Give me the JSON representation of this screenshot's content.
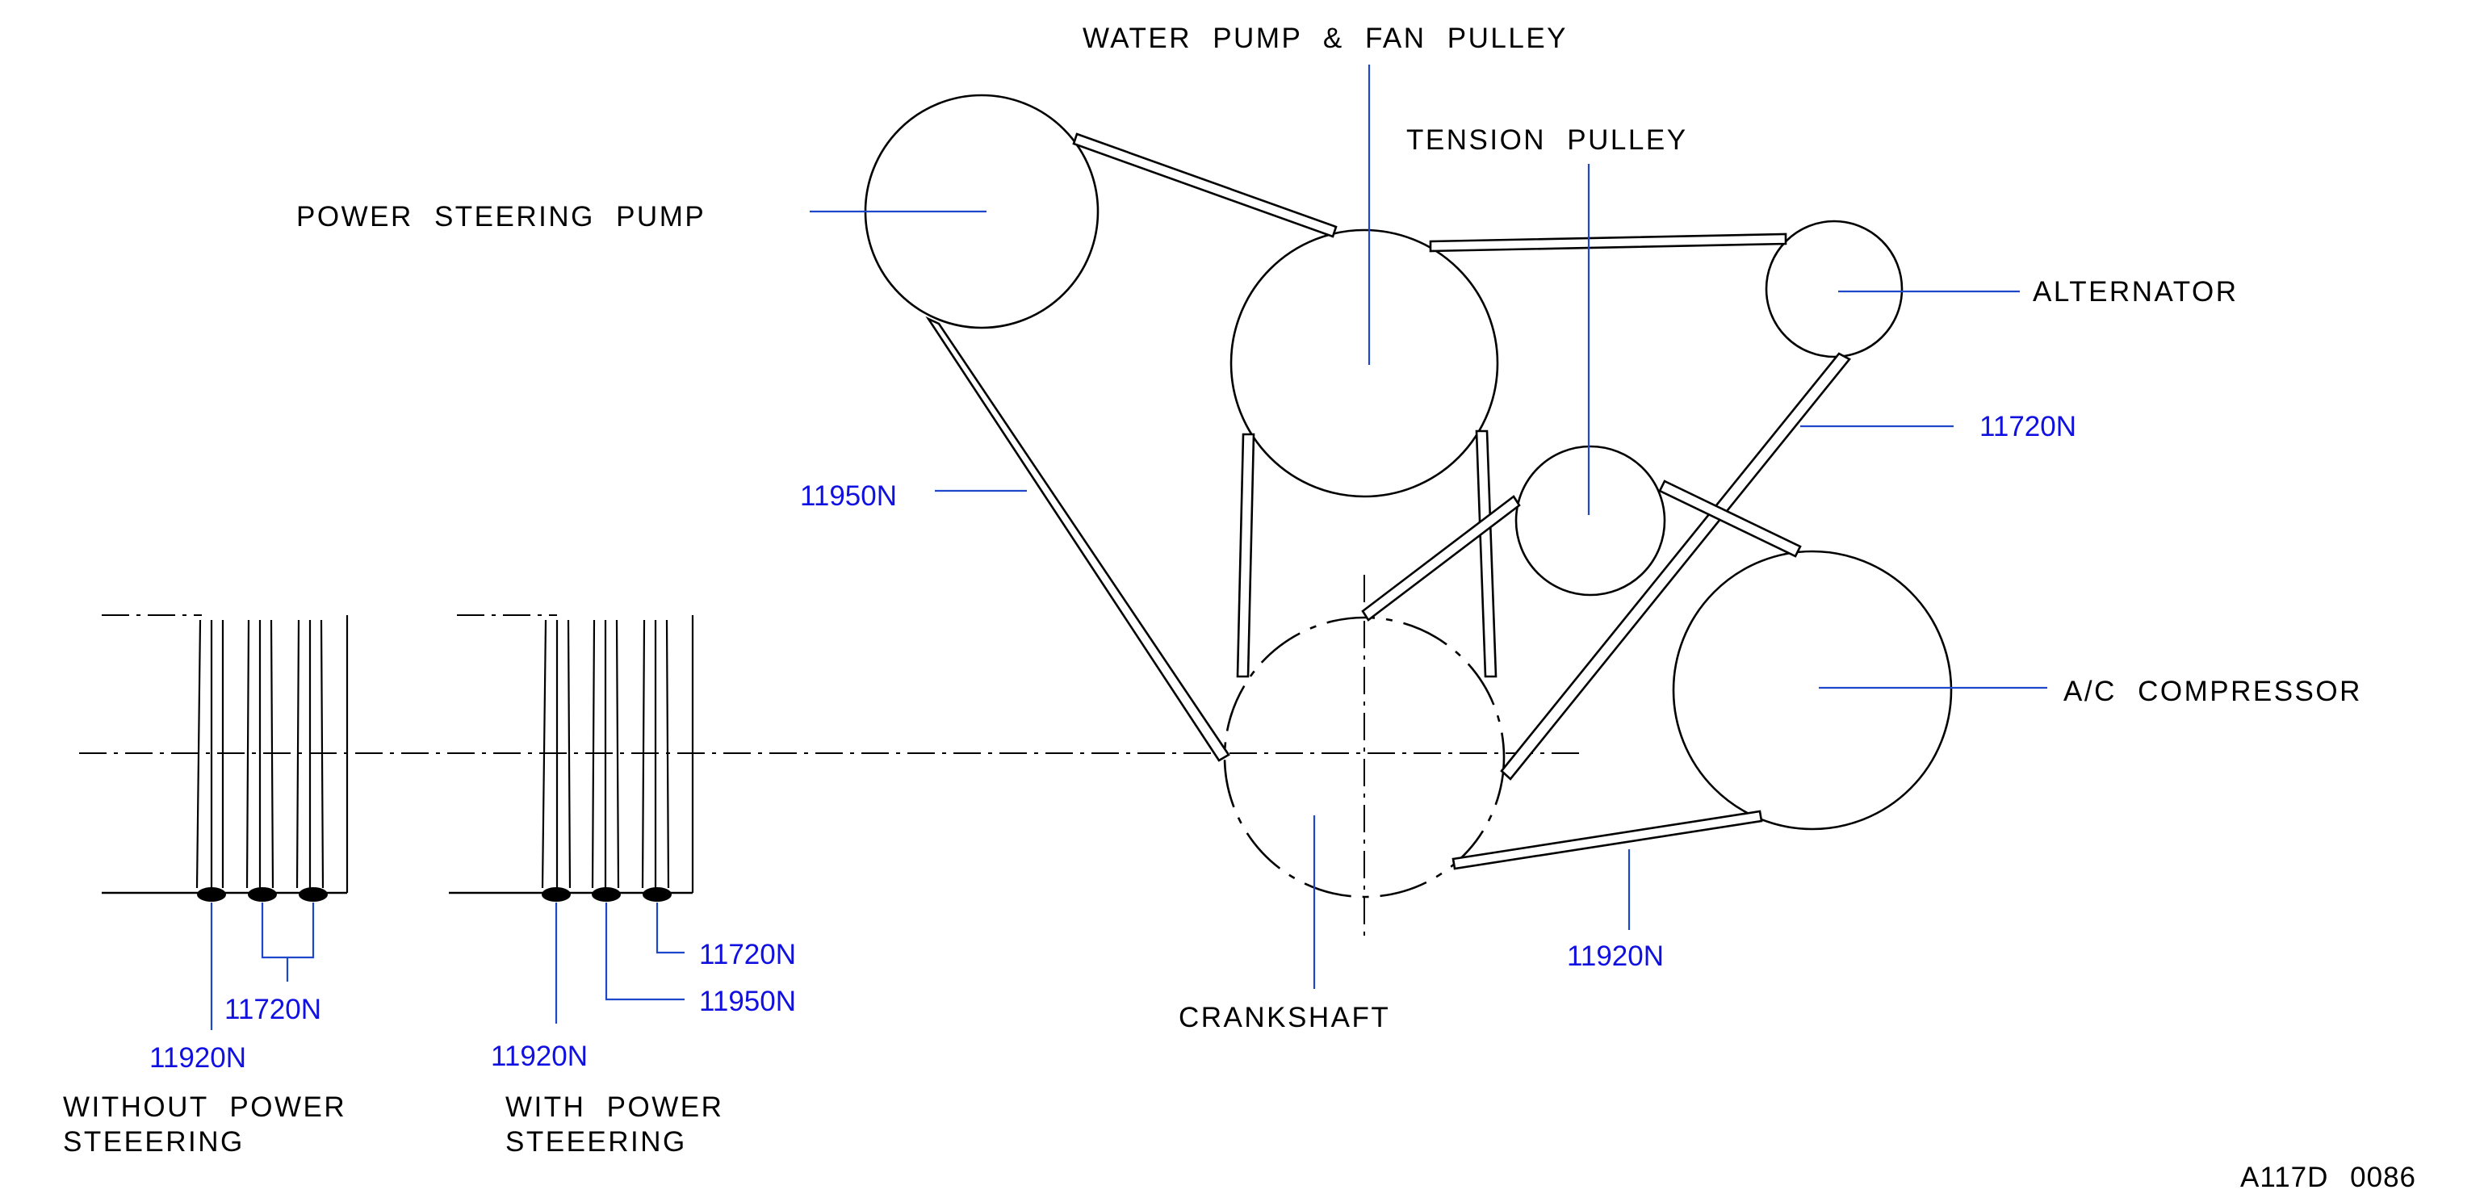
{
  "components": {
    "water_pump": "WATER PUMP & FAN PULLEY",
    "tension_pulley": "TENSION PULLEY",
    "power_steering_pump": "POWER STEERING PUMP",
    "alternator": "ALTERNATOR",
    "ac_compressor": "A/C COMPRESSOR",
    "crankshaft": "CRANKSHAFT"
  },
  "belts": {
    "alternator_belt": "11720N",
    "power_steering_belt": "11950N",
    "ac_belt": "11920N"
  },
  "sections": {
    "without_ps": {
      "line1": "WITHOUT POWER",
      "line2": "STEEERING",
      "belt_a": "11920N",
      "belt_b": "11720N"
    },
    "with_ps": {
      "line1": "WITH POWER",
      "line2": "STEEERING",
      "belt_a": "11920N",
      "belt_b": "11950N",
      "belt_c": "11720N"
    }
  },
  "figure_code": "A117D 0086",
  "colors": {
    "label": "#000000",
    "belt_number": "#1010e0",
    "leader_line": "#1f47c9"
  }
}
